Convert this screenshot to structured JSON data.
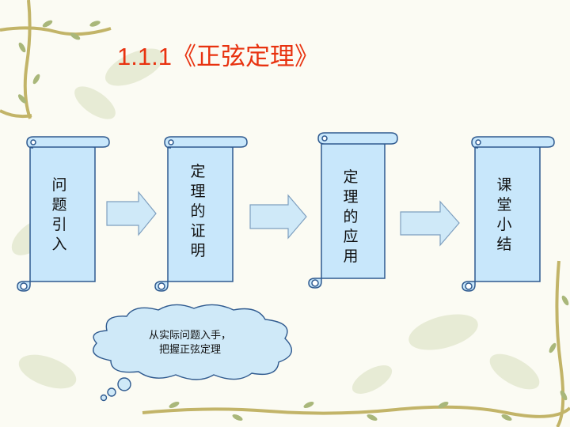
{
  "title": "1.1.1《正弦定理》",
  "steps": [
    {
      "label": "问题引入"
    },
    {
      "label": "定理的证明"
    },
    {
      "label": "定理的应用"
    },
    {
      "label": "课堂小结"
    }
  ],
  "callout": {
    "lines": [
      "从实际问题入手，",
      "把握正弦定理"
    ]
  },
  "colors": {
    "title": "#e8320f",
    "scroll_fill": "#c8e7fb",
    "scroll_stroke": "#2f5a8f",
    "arrow_fill": "#cfe9f8",
    "vine": "#c2b468",
    "leaf": "#a9b77a"
  }
}
